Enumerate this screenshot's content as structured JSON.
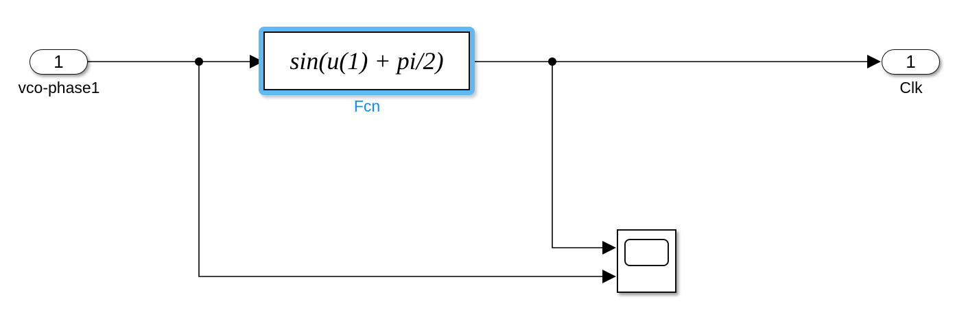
{
  "diagram": {
    "kind": "simulink-block-diagram"
  },
  "blocks": {
    "inport": {
      "port_number": "1",
      "name_label": "vco-phase1"
    },
    "fcn": {
      "expression": "sin(u(1) + pi/2)",
      "name_label": "Fcn",
      "selected": true
    },
    "outport": {
      "port_number": "1",
      "name_label": "Clk"
    },
    "scope": {
      "inputs": 2
    }
  },
  "connections": [
    {
      "from": "inport",
      "to": "fcn"
    },
    {
      "from": "inport",
      "to": "scope-input-2",
      "via": "branch-point"
    },
    {
      "from": "fcn",
      "to": "outport"
    },
    {
      "from": "fcn",
      "to": "scope-input-1",
      "via": "branch-point"
    }
  ],
  "colors": {
    "selection_highlight": "#62b9f2",
    "selection_label_blue": "#0d8cff",
    "wire": "#000000",
    "block_border": "#0f0f0f",
    "block_fill": "#ffffff",
    "canvas_background": "#ffffff"
  }
}
